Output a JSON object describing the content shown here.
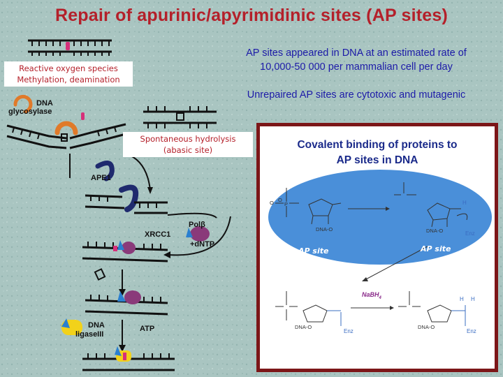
{
  "title": "Repair of apurinic/apyrimidinic sites (AP sites)",
  "labels": {
    "ros_line1": "Reactive oxygen species",
    "ros_line2": "Methylation, deamination",
    "dna_glycosylase_line1": "DNA",
    "dna_glycosylase_line2": "glycosylase",
    "spont_line1": "Spontaneous hydrolysis",
    "spont_line2": "(abasic site)",
    "ape1": "APE1",
    "xrcc1": "XRCC1",
    "polb": "Polβ",
    "dntp": "+dNTP",
    "ligase_line1": "DNA",
    "ligase_line2": "ligaseIII",
    "atp": "ATP"
  },
  "info": {
    "line1": "AP sites appeared in DNA at an estimated rate of",
    "line2": "10,000-50 000 per mammalian cell per day",
    "line3": "Unrepaired AP sites are cytotoxic and mutagenic"
  },
  "panel": {
    "title_line1": "Covalent binding of proteins to",
    "title_line2": "AP sites in DNA",
    "ap_site_left": "AP site",
    "ap_site_right": "AP site",
    "reagent": "NaBH",
    "reagent_sub": "4"
  },
  "colors": {
    "title_red": "#b4202a",
    "info_blue": "#1c1aa8",
    "panel_border": "#7c1618",
    "ellipse_blue": "#4a8fd9",
    "glycosylase_orange": "#e07a2a",
    "ape1_navy": "#1f2a6e",
    "polb_purple": "#8a3a7a",
    "ligase_yellow": "#f2d21a",
    "xrcc1_blue": "#2a7fd0"
  }
}
